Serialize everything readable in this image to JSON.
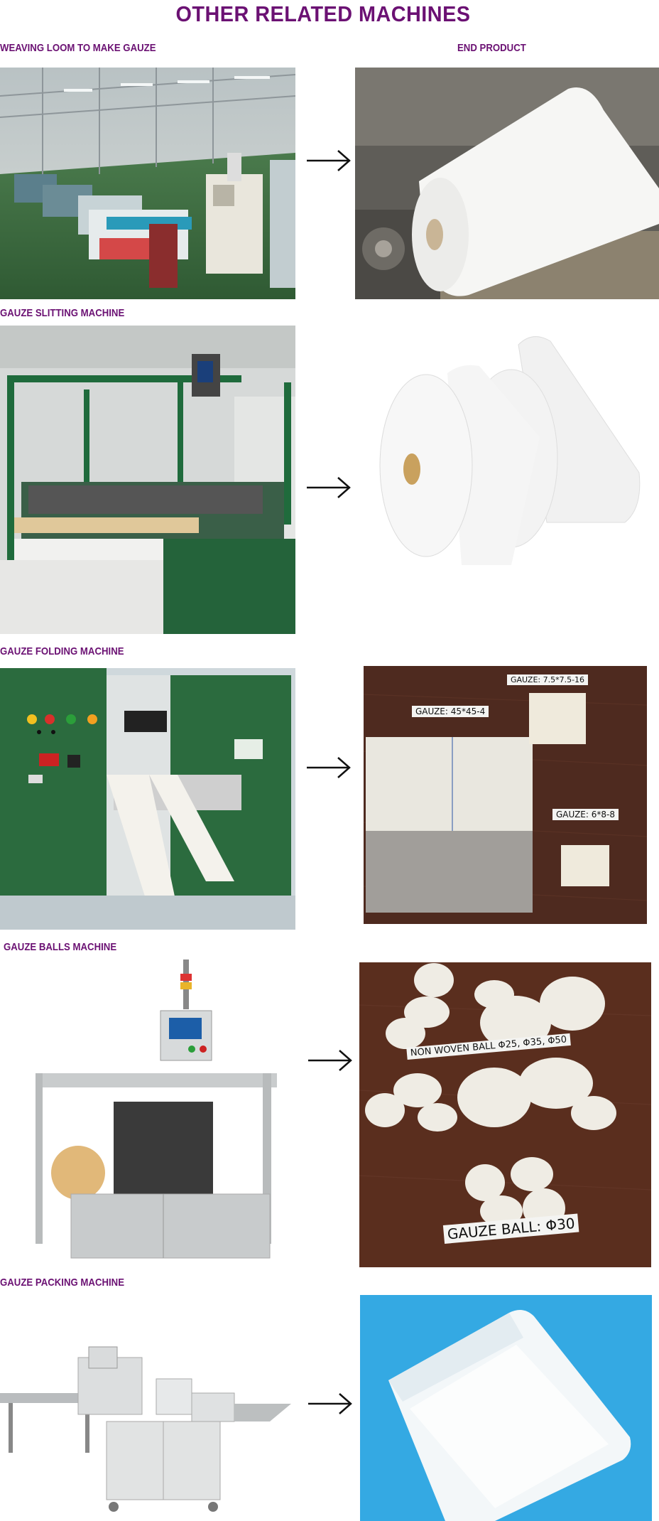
{
  "page": {
    "title": "OTHER RELATED MACHINES"
  },
  "sections": [
    {
      "machine_label": "WEAVING LOOM TO MAKE GAUZE",
      "product_label": "END PRODUCT"
    },
    {
      "machine_label": "GAUZE SLITTING MACHINE"
    },
    {
      "machine_label": "GAUZE FOLDING MACHINE",
      "product_tags": [
        "GAUZE: 45*45-4",
        "GAUZE: 7.5*7.5-16",
        "GAUZE: 6*8-8"
      ]
    },
    {
      "machine_label": "GAUZE BALLS MACHINE",
      "product_tags": [
        "NON WOVEN BALL  Φ25,  Φ35,  Φ50",
        "GAUZE BALL:  Φ30"
      ]
    },
    {
      "machine_label": "GAUZE PACKING MACHINE"
    }
  ],
  "icons": {
    "arrow": "right-arrow-icon"
  },
  "colors": {
    "heading": "#6b1173",
    "background": "#ffffff"
  }
}
